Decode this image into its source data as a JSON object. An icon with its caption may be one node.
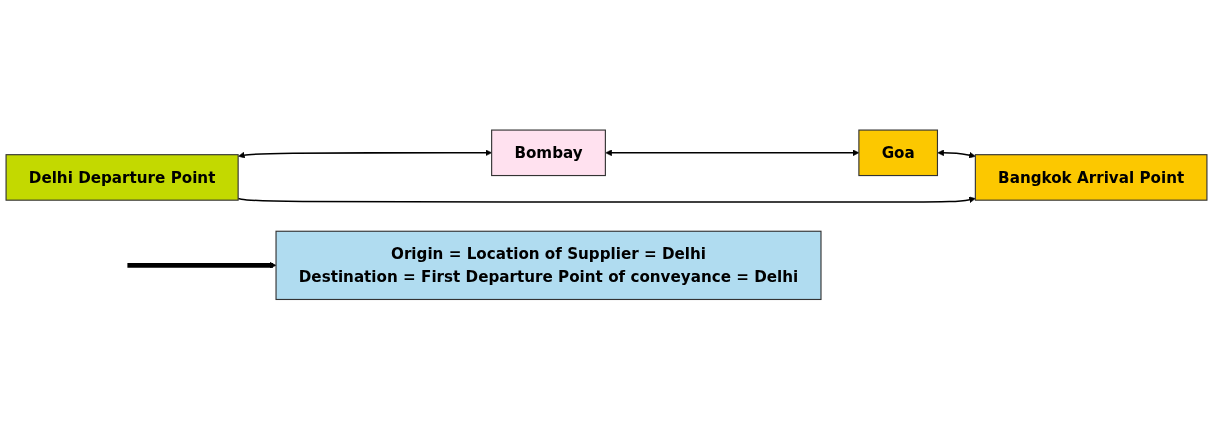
{
  "diagram": {
    "nodes": [
      {
        "text": [
          "Delhi Departure Point"
        ]
      },
      {
        "text": [
          "Bombay"
        ]
      },
      {
        "text": [
          "Goa"
        ]
      },
      {
        "text": [
          "Bangkok Arrival Point"
        ]
      },
      {
        "text": [
          "Origin = Location of Supplier = Delhi",
          "Destination = First Departure Point of conveyance = Delhi"
        ]
      }
    ],
    "edges": [
      {
        "from": 0,
        "to": 1,
        "arrow": "both"
      },
      {
        "from": 1,
        "to": 2,
        "arrow": "both"
      },
      {
        "from": 2,
        "to": 3,
        "arrow": "both"
      },
      {
        "from": 0,
        "to": 3,
        "arrow": "to"
      },
      {
        "from": null,
        "to": 4,
        "arrow": "to",
        "style": "thick"
      }
    ]
  }
}
